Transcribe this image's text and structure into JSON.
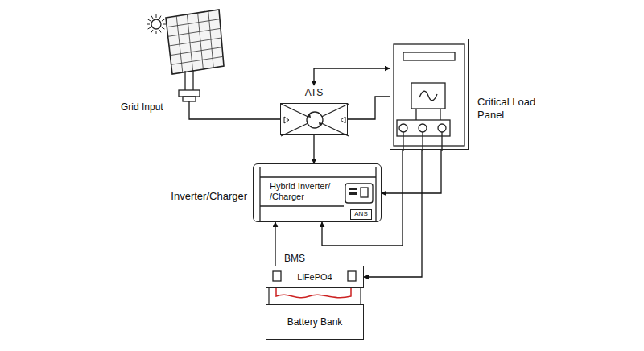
{
  "diagram": {
    "nodes": [
      {
        "text": [
          "Grid Input"
        ]
      },
      {
        "text": [
          "ATS"
        ]
      },
      {
        "text": [
          "Critical Load Panel"
        ]
      },
      {
        "text": [
          "Inverter/Charger",
          "Hybrid Inverter/ /Charger"
        ]
      },
      {
        "text": [
          "ANS"
        ],
        "in": 3
      },
      {
        "text": [
          "BMS",
          "LiFePO4"
        ]
      },
      {
        "text": [
          "Battery Bank"
        ]
      }
    ],
    "edges": [
      {
        "from": 0,
        "to": 1,
        "arrow": "none"
      },
      {
        "from": 1,
        "to": 2,
        "arrow": "both"
      },
      {
        "from": 1,
        "to": 2,
        "arrow": "none"
      },
      {
        "from": 1,
        "to": 3,
        "arrow": "to"
      },
      {
        "from": 2,
        "to": 3,
        "arrow": "to"
      },
      {
        "from": 2,
        "to": 3,
        "arrow": "to"
      },
      {
        "from": 2,
        "to": 5,
        "arrow": "to"
      },
      {
        "from": 5,
        "to": 3,
        "arrow": "to"
      }
    ]
  }
}
